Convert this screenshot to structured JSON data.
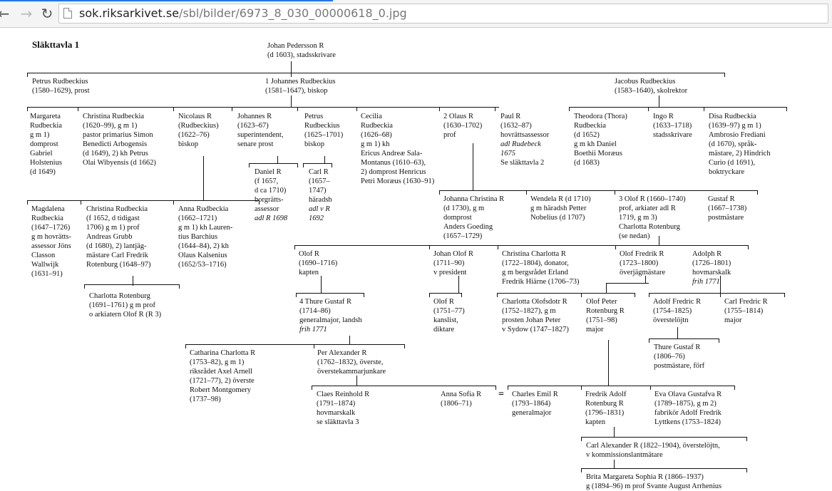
{
  "browser": {
    "back_icon": "back-arrow-icon",
    "forward_icon": "forward-arrow-icon",
    "reload_icon": "reload-icon",
    "url_host": "sok.riksarkivet.se",
    "url_path": "/sbl/bilder/6973_8_030_00000618_0.jpg"
  },
  "document": {
    "title": "Släkttavla 1",
    "nodes": [
      {
        "id": "johan",
        "lines": [
          "Johan Pedersson R",
          "(d 1603), stadsskrivare"
        ]
      },
      {
        "id": "petrus",
        "lines": [
          "Petrus Rudbeckius",
          "(1580–1629), prost"
        ]
      },
      {
        "id": "johannes1",
        "lines": [
          "1 Johannes Rudbeckius",
          "(1581–1647), biskop"
        ]
      },
      {
        "id": "jacobus",
        "lines": [
          "Jacobus Rudbeckius",
          "(1583–1640), skolrektor"
        ]
      },
      {
        "id": "margareta",
        "lines": [
          "Margareta",
          "Rudbeckia",
          "g m 1)",
          "domprost",
          "Gabriel",
          "Holstenius",
          "(d 1649)"
        ]
      },
      {
        "id": "christina1",
        "lines": [
          "Christina Rudbeckia",
          "(1620–99), g m 1)",
          "pastor primarius Simon",
          "Benedicti Arbogensis",
          "(d 1649), 2) kh Petrus",
          "Olai Wibyensis (d 1662)"
        ]
      },
      {
        "id": "nicolaus",
        "lines": [
          "Nicolaus R",
          "(Rudbeckius)",
          "(1622–76)",
          "biskop"
        ]
      },
      {
        "id": "johannes2",
        "lines": [
          "Johannes R",
          "(1623–67)",
          "superintendent,",
          "senare prost"
        ]
      },
      {
        "id": "petrus2",
        "lines": [
          "Petrus",
          "Rudbeckius",
          "(1625–1701)",
          "biskop"
        ]
      },
      {
        "id": "cecilia",
        "lines": [
          "Cecilia",
          "Rudbeckia",
          "(1626–68)",
          "g m 1) kh",
          "Ericus Andreæ Sala-",
          "Montanus (1610–63),",
          "2) domprost Henricus",
          "Petri Moræus (1630–91)"
        ]
      },
      {
        "id": "olaus2",
        "lines": [
          "2 Olaus R",
          "(1630–1702)",
          "prof"
        ]
      },
      {
        "id": "paul",
        "lines": [
          "Paul R",
          "(1632–87)",
          "hovrättsassessor",
          "adl Rudebeck",
          "1675",
          "Se släkttavla 2"
        ]
      },
      {
        "id": "theodora",
        "lines": [
          "Theodora (Thora)",
          "Rudbeckia",
          "(d 1652)",
          "g m kh Daniel",
          "Boethii Moræus",
          "(d 1683)"
        ]
      },
      {
        "id": "ingo",
        "lines": [
          "Ingo R",
          "(1633–1718)",
          "stadsskrivare"
        ]
      },
      {
        "id": "disa",
        "lines": [
          "Disa Rudbeckia",
          "(1639–97) g m 1)",
          "Ambrosio Frediani",
          "(d 1670), språk-",
          "mästare, 2) Hindrich",
          "Curio (d 1691),",
          "boktryckare"
        ]
      },
      {
        "id": "daniel",
        "lines": [
          "Daniel R",
          "(f 1657,",
          "d ca 1710)",
          "borgrätts-",
          "assessor",
          "adl R 1698"
        ]
      },
      {
        "id": "carl",
        "lines": [
          "Carl R",
          "(1657–",
          "1747)",
          "häradsh",
          "adl v R",
          "1692"
        ]
      },
      {
        "id": "magdalena",
        "lines": [
          "Magdalena",
          "Rudbeckia",
          "(1647–1726)",
          "g m hovrätts-",
          "assessor Jöns",
          "Classon",
          "Wallwijk",
          "(1631–91)"
        ]
      },
      {
        "id": "christina2",
        "lines": [
          "Christina Rudbeckia",
          "(f 1652, d tidigast",
          "1706) g m 1) prof",
          "Andreas Grubb",
          "(d 1680), 2) lantjäg-",
          "mästare Carl Fredrik",
          "Rotenburg (1648–97)"
        ]
      },
      {
        "id": "anna",
        "lines": [
          "Anna Rudbeckia",
          "(1662–1721)",
          "g m 1) kh Lauren-",
          "tius Barchius",
          "(1644–84), 2) kh",
          "Olaus Kalsenius",
          "(1652/53–1716)"
        ]
      },
      {
        "id": "johanna",
        "lines": [
          "Johanna Christina R",
          "(d 1730), g m",
          "domprost",
          "Anders Goeding",
          "(1657–1729)"
        ]
      },
      {
        "id": "wendela",
        "lines": [
          "Wendela R (d 1710)",
          "g m häradsh Petter",
          "Nobelius (d 1707)"
        ]
      },
      {
        "id": "olof3",
        "lines": [
          "3 Olof R (1660–1740)",
          "prof, arkiater adl R",
          "1719, g m 3)",
          "Charlotta Rotenburg",
          "(se nedan)"
        ]
      },
      {
        "id": "gustaf",
        "lines": [
          "Gustaf R",
          "(1667–1738)",
          "postmästare"
        ]
      },
      {
        "id": "charlotta_r",
        "lines": [
          "Charlotta Rotenburg",
          "(1691–1761) g m prof",
          "o arkiatern Olof R (R 3)"
        ]
      },
      {
        "id": "olof_k",
        "lines": [
          "Olof R",
          "(1690–1716)",
          "kapten"
        ]
      },
      {
        "id": "johan_olof",
        "lines": [
          "Johan Olof R",
          "(1711–90)",
          "v president"
        ]
      },
      {
        "id": "christina_ch",
        "lines": [
          "Christina Charlotta R",
          "(1722–1804), donator,",
          "g m bergsrådet Erland",
          "Fredrik Hiärne (1706–73)"
        ]
      },
      {
        "id": "olof_fredrik",
        "lines": [
          "Olof Fredrik R",
          "(1723–1800)",
          "överjägmästare"
        ]
      },
      {
        "id": "adolph",
        "lines": [
          "Adolph R",
          "(1726–1801)",
          "hovmarskalk",
          "frih 1771"
        ]
      },
      {
        "id": "thure4",
        "lines": [
          "4 Thure Gustaf R",
          "(1714–86)",
          "generalmajor, landsh",
          "frih 1771"
        ]
      },
      {
        "id": "olof_kanslist",
        "lines": [
          "Olof R",
          "(1751–77)",
          "kanslist,",
          "diktare"
        ]
      },
      {
        "id": "charlotta_o",
        "lines": [
          "Charlotta Olofsdotr R",
          "(1752–1827), g m",
          "prosten Johan Peter",
          "v Sydow (1747–1827)"
        ]
      },
      {
        "id": "olof_peter",
        "lines": [
          "Olof Peter",
          "Rotenburg R",
          "(1751–98)",
          "major"
        ]
      },
      {
        "id": "adolf_fredric",
        "lines": [
          "Adolf Fredric R",
          "(1754–1825)",
          "överstelöjtn"
        ]
      },
      {
        "id": "carl_fredric",
        "lines": [
          "Carl Fredric R",
          "(1755–1814)",
          "major"
        ]
      },
      {
        "id": "thure2",
        "lines": [
          "Thure Gustaf R",
          "(1806–76)",
          "postmästare, förf"
        ]
      },
      {
        "id": "catharina",
        "lines": [
          "Catharina Charlotta R",
          "(1753–82), g m 1)",
          "riksrådet Axel Arnell",
          "(1721–77), 2) överste",
          "Robert Montgomery",
          "(1737–98)"
        ]
      },
      {
        "id": "per_alexander",
        "lines": [
          "Per Alexander R",
          "(1762–1832), överste,",
          "överstekammarjunkare"
        ]
      },
      {
        "id": "claes",
        "lines": [
          "Claes Reinhold R",
          "(1791–1874)",
          "hovmarskalk",
          "se släkttavla 3"
        ]
      },
      {
        "id": "anna_sofia",
        "lines": [
          "Anna Sofia R",
          "(1806–71)"
        ]
      },
      {
        "id": "equals",
        "lines": [
          "="
        ]
      },
      {
        "id": "charles_emil",
        "lines": [
          "Charles Emil R",
          "(1793–1864)",
          "generalmajor"
        ]
      },
      {
        "id": "fredrik_adolf",
        "lines": [
          "Fredrik Adolf",
          "Rotenburg R",
          "(1796–1831)",
          "kapten"
        ]
      },
      {
        "id": "eva",
        "lines": [
          "Eva Olava Gustafva R",
          "(1789–1875), g m 2)",
          "fabrikör Adolf Fredrik",
          "Lyttkens (1753–1824)"
        ]
      },
      {
        "id": "carl_alexander",
        "lines": [
          "Carl Alexander R (1822–1904), överstelöjtn,",
          "v kommissionslantmätare"
        ]
      },
      {
        "id": "brita",
        "lines": [
          "Brita Margareta Sophia R (1866–1937)",
          "g (1894–96) m prof Svante August Arrhenius"
        ]
      }
    ]
  }
}
